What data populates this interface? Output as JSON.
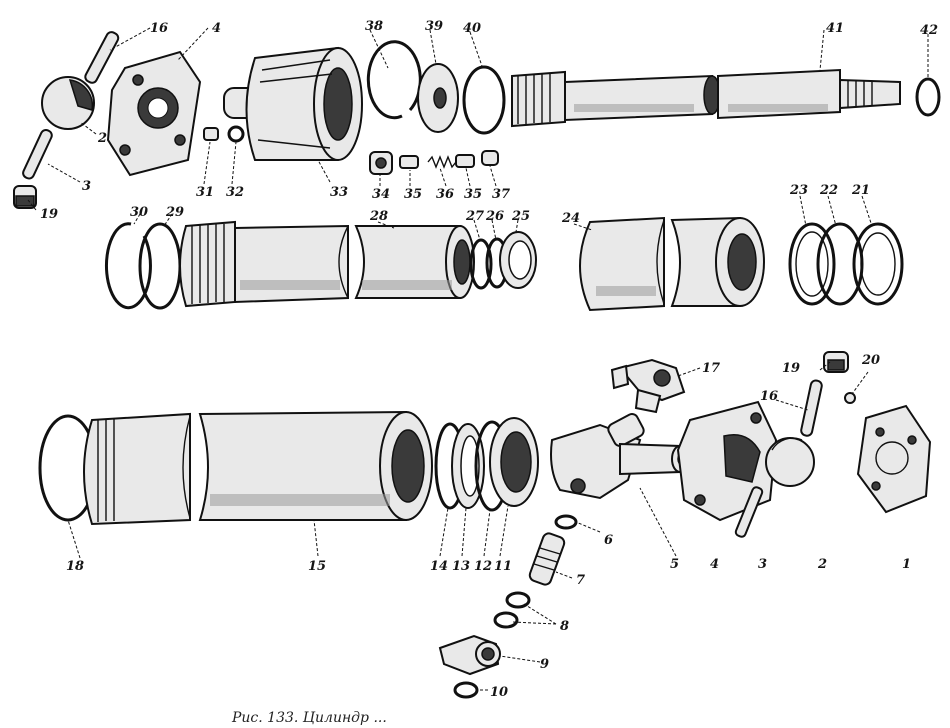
{
  "diagram": {
    "caption": "Рис. 133. Цилиндр ...",
    "labels": {
      "l1": "1",
      "l2": "2",
      "l3": "3",
      "l4": "4",
      "l5": "5",
      "l6": "6",
      "l7": "7",
      "l8": "8",
      "l9": "9",
      "l10": "10",
      "l11": "11",
      "l12": "12",
      "l13": "13",
      "l14": "14",
      "l15": "15",
      "l16": "16",
      "l17": "17",
      "l18": "18",
      "l19": "19",
      "l20": "20",
      "l21": "21",
      "l22": "22",
      "l23": "23",
      "l24": "24",
      "l25": "25",
      "l26": "26",
      "l27": "27",
      "l28": "28",
      "l29": "29",
      "l30": "30",
      "l31": "31",
      "l32": "32",
      "l33": "33",
      "l34": "34",
      "l35": "35",
      "l36": "36",
      "l37": "37",
      "l38": "38",
      "l39": "39",
      "l40": "40",
      "l41": "41",
      "l42": "42",
      "l2b": "2",
      "l3b": "3",
      "l4b": "4",
      "l16b": "16",
      "l19b": "19",
      "l35b": "35"
    }
  }
}
